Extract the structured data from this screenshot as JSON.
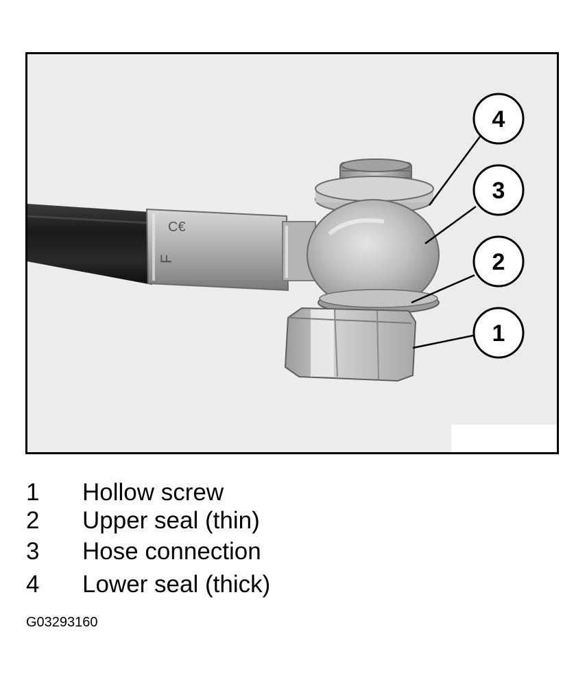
{
  "callouts": [
    {
      "number": "4"
    },
    {
      "number": "3"
    },
    {
      "number": "2"
    },
    {
      "number": "1"
    }
  ],
  "photo": {
    "fitting_marking_1": "C€",
    "fitting_marking_2": "F"
  },
  "legend": {
    "items": [
      {
        "number": "1",
        "text": "Hollow screw"
      },
      {
        "number": "2",
        "text": "Upper seal (thin)"
      },
      {
        "number": "3",
        "text": "Hose connection"
      },
      {
        "number": "4",
        "text": "Lower seal (thick)"
      }
    ]
  },
  "figure_code": "G03293160"
}
